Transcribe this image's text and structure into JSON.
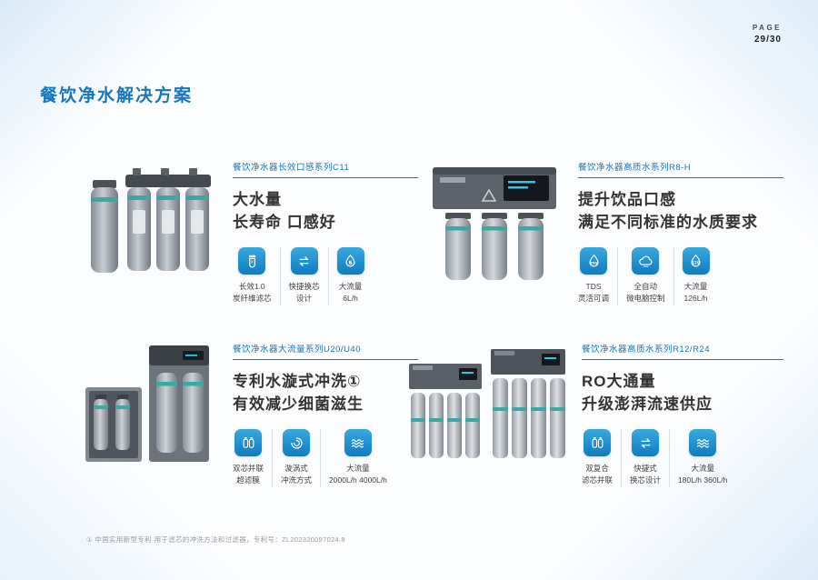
{
  "page": {
    "label": "PAGE",
    "number": "29/30"
  },
  "title": "餐饮净水解决方案",
  "products": [
    {
      "series": "餐饮净水器长效口感系列C11",
      "headline": [
        "大水量",
        "长寿命 口感好"
      ],
      "features": [
        {
          "icon": "filter-cartridge",
          "lines": [
            "长效1.0",
            "炭纤维滤芯"
          ]
        },
        {
          "icon": "swap",
          "lines": [
            "快捷换芯",
            "设计"
          ]
        },
        {
          "icon": "droplet-6",
          "lines": [
            "大流量",
            "6L/h"
          ]
        }
      ]
    },
    {
      "series": "餐饮净水器高质水系列R8-H",
      "headline": [
        "提升饮品口感",
        "满足不同标准的水质要求"
      ],
      "features": [
        {
          "icon": "tds-droplet",
          "lines": [
            "TDS",
            "灵活可调"
          ]
        },
        {
          "icon": "auto-control",
          "lines": [
            "全自动",
            "微电脑控制"
          ]
        },
        {
          "icon": "droplet-126",
          "lines": [
            "大流量",
            "126L/h"
          ]
        }
      ]
    },
    {
      "series": "餐饮净水器大流量系列U20/U40",
      "headline": [
        "专利水漩式冲洗①",
        "有效减少细菌滋生"
      ],
      "features": [
        {
          "icon": "dual-filter",
          "lines": [
            "双芯并联",
            "超滤膜"
          ]
        },
        {
          "icon": "swirl",
          "lines": [
            "漩涡式",
            "冲洗方式"
          ]
        },
        {
          "icon": "wave",
          "lines": [
            "大流量",
            "2000L/h 4000L/h"
          ]
        }
      ]
    },
    {
      "series": "餐饮净水器高质水系列R12/R24",
      "headline": [
        "RO大通量",
        "升级澎湃流速供应"
      ],
      "features": [
        {
          "icon": "dual-filter",
          "lines": [
            "双复合",
            "滤芯并联"
          ]
        },
        {
          "icon": "swap",
          "lines": [
            "快捷式",
            "换芯设计"
          ]
        },
        {
          "icon": "wave",
          "lines": [
            "大流量",
            "180L/h 360L/h"
          ]
        }
      ]
    }
  ],
  "footnote": "① 中国实用新型专利·用于滤芯的冲洗方法和过滤器，专利号：ZL202320097024.8",
  "colors": {
    "accent": "#1576be",
    "icon_top": "#39a9de",
    "icon_bottom": "#0e7cc1",
    "teal": "#3aa9a5"
  }
}
